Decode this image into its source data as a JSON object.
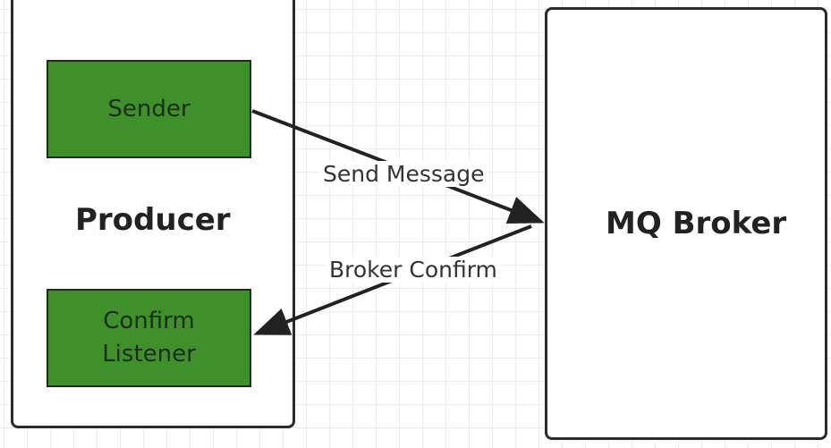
{
  "diagram": {
    "producer": {
      "label": "Producer"
    },
    "broker": {
      "label": "MQ Broker"
    },
    "sender": {
      "label": "Sender"
    },
    "listener": {
      "line1": "Confirm",
      "line2": "Listener"
    },
    "edges": {
      "send_message": "Send Message",
      "broker_confirm": "Broker Confirm"
    },
    "colors": {
      "component_fill": "#3f8f2a",
      "border": "#2b2b2b",
      "arrow": "#222222"
    }
  }
}
